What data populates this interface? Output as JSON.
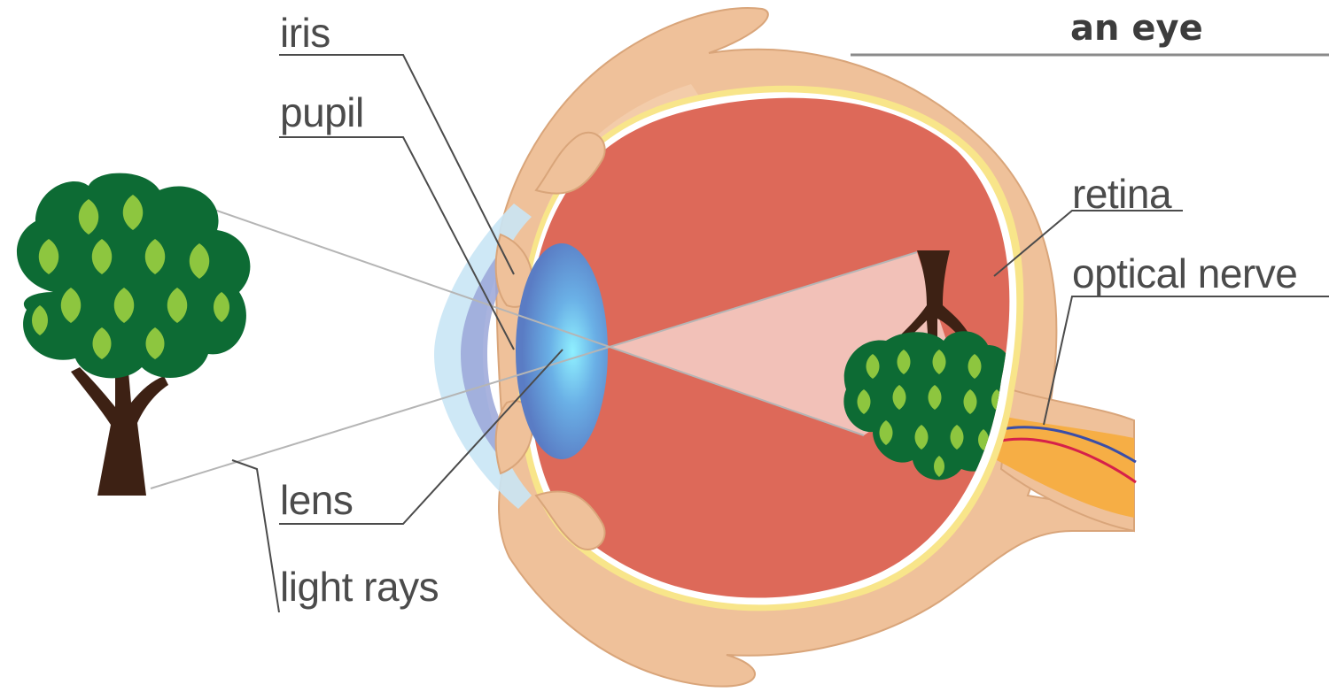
{
  "title": "an eye",
  "labels": {
    "iris": "iris",
    "pupil": "pupil",
    "lens": "lens",
    "light_rays": "light rays",
    "retina": "retina",
    "optical_nerve": "optical nerve"
  },
  "colors": {
    "skin": "#efc19a",
    "skin_outline": "#d9a57a",
    "sclera_yellow": "#f8e58a",
    "vitreous": "#dd6959",
    "cornea": "#c9e6f5",
    "iris_lens": "#5a7cc4",
    "pupil_glow": "#7fe3ff",
    "image_cone": "#f2c1b8",
    "leaf_dark": "#0d6b34",
    "leaf_light": "#8dc63f",
    "trunk": "#3d2114",
    "nerve": "#f6ae45",
    "vein_red": "#d6204a",
    "vein_blue": "#3a4ea8",
    "leader_line": "#4b4b4b",
    "ray_line": "#b5b5b5"
  }
}
